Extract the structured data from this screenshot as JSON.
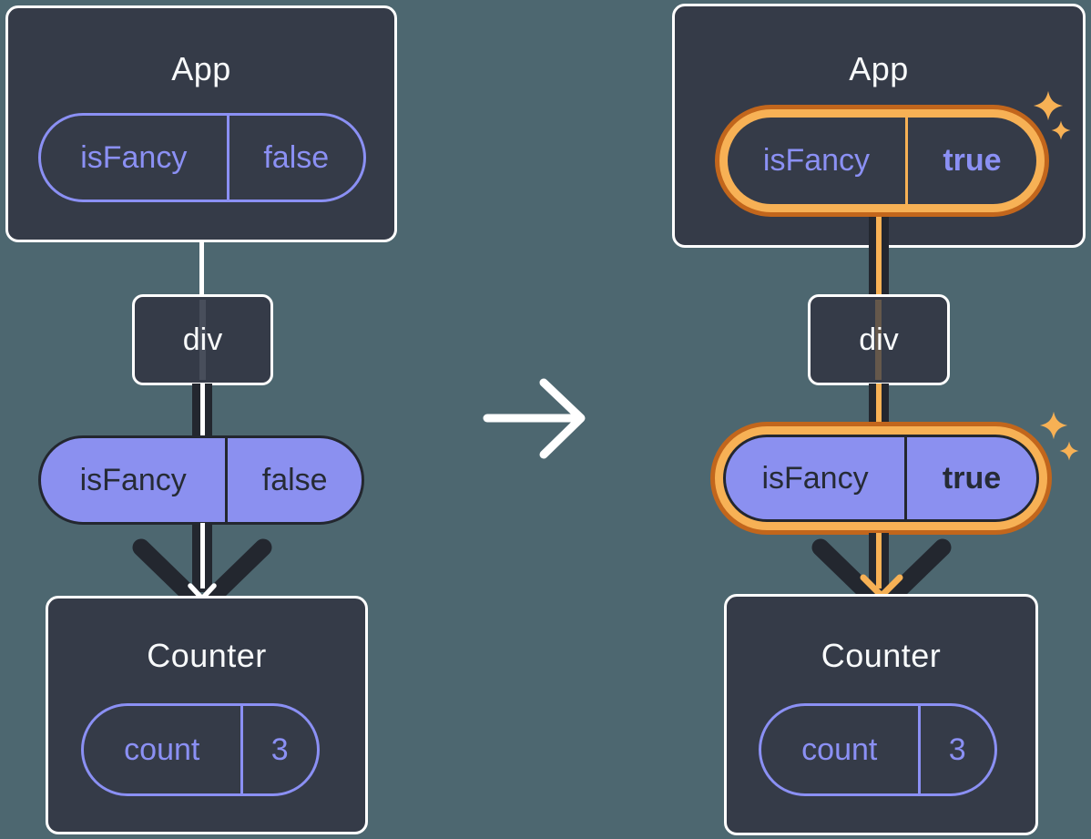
{
  "background_color": "#4D6770",
  "colors": {
    "node_fill": "#353B48",
    "node_border": "#FFFFFF",
    "accent_purple": "#8B90F4",
    "prop_pill_fill": "#8B90F0",
    "dark_flow_line": "#23272F",
    "highlight_gold": "#F7B155",
    "highlight_orange": "#C2661C"
  },
  "icons": {
    "sparkle": "four-point-star",
    "transition": "right-arrow",
    "flow": "down-arrow"
  },
  "before": {
    "app": {
      "title": "App",
      "state_pill": {
        "name": "isFancy",
        "value": "false"
      }
    },
    "div_node": {
      "title": "div"
    },
    "prop_pill": {
      "name": "isFancy",
      "value": "false"
    },
    "counter": {
      "title": "Counter",
      "state_pill": {
        "name": "count",
        "value": "3"
      }
    }
  },
  "after": {
    "app": {
      "title": "App",
      "state_pill": {
        "name": "isFancy",
        "value": "true"
      }
    },
    "div_node": {
      "title": "div"
    },
    "prop_pill": {
      "name": "isFancy",
      "value": "true"
    },
    "counter": {
      "title": "Counter",
      "state_pill": {
        "name": "count",
        "value": "3"
      }
    }
  }
}
